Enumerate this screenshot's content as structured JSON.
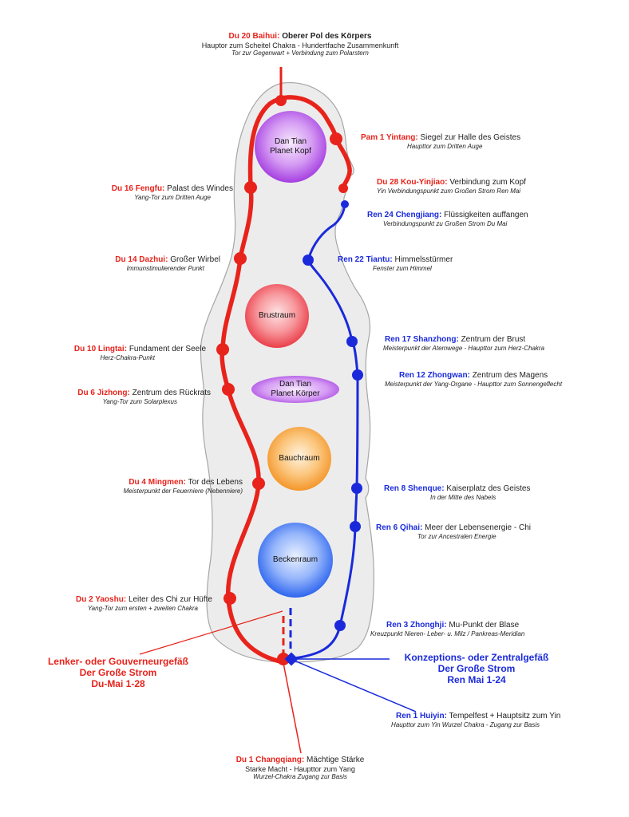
{
  "colors": {
    "du_red": "#e8231b",
    "ren_blue": "#1a2adb",
    "body_fill": "#ececec",
    "body_outline": "#a6a6a6"
  },
  "zones": {
    "head": {
      "line1": "Dan Tian",
      "line2": "Planet Kopf",
      "color": "#b04be6"
    },
    "chest": {
      "label": "Brustraum",
      "color": "#f04d57"
    },
    "mid": {
      "line1": "Dan Tian",
      "line2": "Planet Körper",
      "color": "#b04be6"
    },
    "belly": {
      "label": "Bauchraum",
      "color": "#f7a83a"
    },
    "pelvis": {
      "label": "Beckenraum",
      "color": "#3b74ef"
    }
  },
  "du_points": [
    {
      "code": "Du 20 Baihui:",
      "name": "Oberer Pol des Körpers",
      "line2": "Hauptor zum Scheitel Chakra - Hundertfache Zusammenkunft",
      "line3": "Tor zur Gegenwart + Verbindung zum Polarstern"
    },
    {
      "code": "Pam 1 Yintang:",
      "name": "Siegel zur Halle des Geistes",
      "line2": "Haupttor zum Dritten Auge"
    },
    {
      "code": "Du 28 Kou-Yinjiao:",
      "name": "Verbindung zum Kopf",
      "line2": "Yin Verbindungspunkt zum Großen Strom Ren Mai"
    },
    {
      "code": "Du 16 Fengfu:",
      "name": "Palast des Windes",
      "line2": "Yang-Tor zum Dritten Auge"
    },
    {
      "code": "Du 14 Dazhui:",
      "name": "Großer Wirbel",
      "line2": "Immunstimulierender Punkt"
    },
    {
      "code": "Du 10 Lingtai:",
      "name": "Fundament der Seele",
      "line2": "Herz-Chakra-Punkt"
    },
    {
      "code": "Du 6 Jizhong:",
      "name": "Zentrum des Rückrats",
      "line2": "Yang-Tor zum Solarplexus"
    },
    {
      "code": "Du 4 Mingmen:",
      "name": "Tor des Lebens",
      "line2": "Meisterpunkt der Feuerniere (Nebenniere)"
    },
    {
      "code": "Du 2 Yaoshu:",
      "name": "Leiter des Chi zur Hüfte",
      "line2": "Yang-Tor zum ersten + zweiten Chakra"
    },
    {
      "code": "Du 1 Changqiang:",
      "name": "Mächtige Stärke",
      "line2": "Starke Macht - Haupttor zum Yang",
      "line3": "Wurzel-Chakra Zugang zur Basis"
    }
  ],
  "ren_points": [
    {
      "code": "Ren 24 Chengjiang:",
      "name": "Flüssigkeiten auffangen",
      "line2": "Verbindungspunkt zu Großen Strom Du Mai"
    },
    {
      "code": "Ren 22 Tiantu:",
      "name": "Himmelsstürmer",
      "line2": "Fenster zum Himmel"
    },
    {
      "code": "Ren 17 Shanzhong:",
      "name": "Zentrum der Brust",
      "line2": "Meisterpunkt der Atemwege - Haupttor zum Herz-Chakra"
    },
    {
      "code": "Ren 12 Zhongwan:",
      "name": "Zentrum des Magens",
      "line2": "Meisterpunkt der Yang-Organe - Haupttor zum Sonnengeflecht"
    },
    {
      "code": "Ren 8 Shenque:",
      "name": "Kaiserplatz des Geistes",
      "line2": "In der Mitte des Nabels"
    },
    {
      "code": "Ren 6 Qihai:",
      "name": "Meer der Lebensenergie - Chi",
      "line2": "Tor zur Ancestralen Energie"
    },
    {
      "code": "Ren 3 Zhonghji:",
      "name": "Mu-Punkt der Blase",
      "line2": "Kreuzpunkt Nieren- Leber- u. Milz / Pankreas-Meridian"
    },
    {
      "code": "Ren 1 Huiyin:",
      "name": "Tempelfest + Hauptsitz zum Yin",
      "line2": "Haupttor zum Yin Wurzel Chakra - Zugang zur  Basis"
    }
  ],
  "vessels": {
    "du": {
      "line1": "Lenker- oder Gouverneurgefäß",
      "line2": "Der Große Strom",
      "line3": "Du-Mai 1-28"
    },
    "ren": {
      "line1": "Konzeptions- oder Zentralgefäß",
      "line2": "Der Große Strom",
      "line3": "Ren Mai 1-24"
    }
  }
}
